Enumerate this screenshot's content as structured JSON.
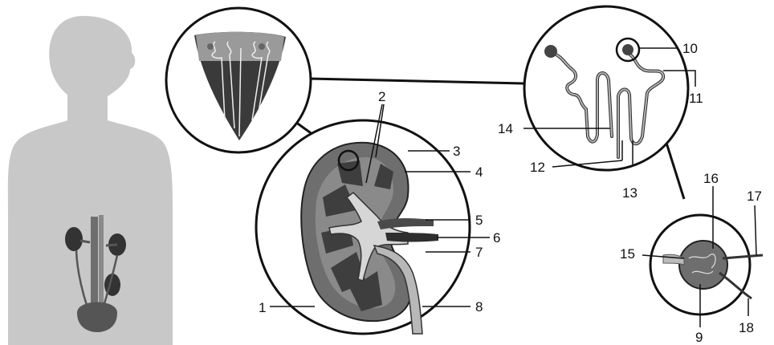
{
  "labels": {
    "l1": "1",
    "l2": "2",
    "l3": "3",
    "l4": "4",
    "l5": "5",
    "l6": "6",
    "l7": "7",
    "l8": "8",
    "l9": "9",
    "l10": "10",
    "l11": "11",
    "l12": "12",
    "l13": "13",
    "l14": "14",
    "l15": "15",
    "l16": "16",
    "l17": "17",
    "l18": "18"
  },
  "colors": {
    "silhouette": "#c8c8c8",
    "outline": "#222222",
    "cortex": "#6e6e6e",
    "medulla": "#4a4a4a",
    "pelvis": "#d6d6d6"
  }
}
